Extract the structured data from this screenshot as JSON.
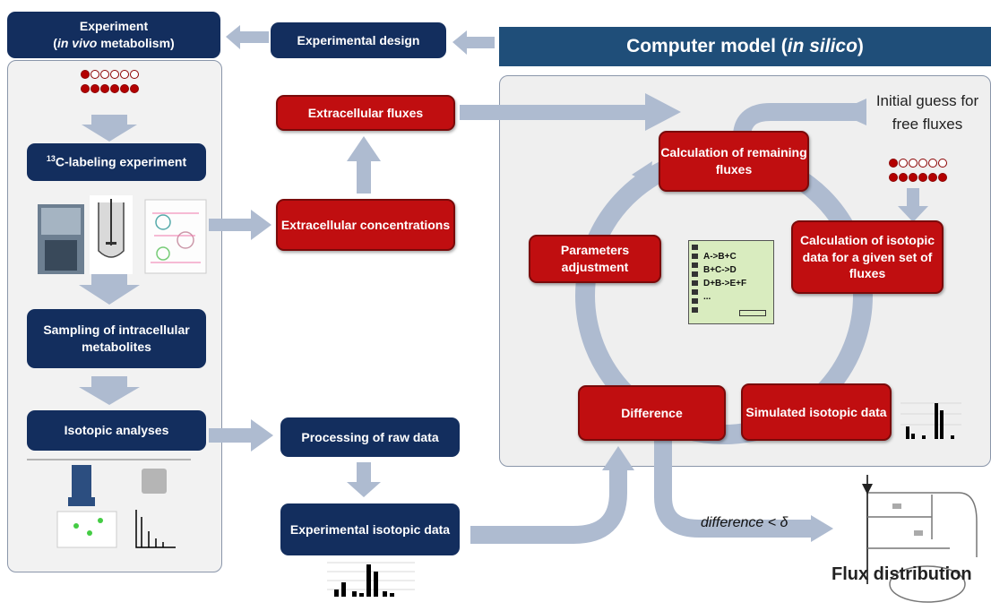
{
  "boxes": {
    "experiment_line1": "Experiment",
    "experiment_line2_italic": "in vivo",
    "experiment_line2_rest": " metabolism)",
    "experimental_design": "Experimental design",
    "computer_model": "Computer model (",
    "computer_model_italic": "in silico",
    "computer_model_end": ")",
    "extracellular_fluxes": "Extracellular fluxes",
    "extracellular_concentrations": "Extracellular concentrations",
    "labeling_sup": "13",
    "labeling_rest": "C-labeling experiment",
    "sampling": "Sampling of intracellular metabolites",
    "isotopic_analyses": "Isotopic analyses",
    "processing": "Processing of raw data",
    "experimental_isotopic": "Experimental isotopic data",
    "calc_remaining": "Calculation of remaining fluxes",
    "calc_isotopic": "Calculation of isotopic data for a given set of fluxes",
    "parameters": "Parameters adjustment",
    "difference": "Difference",
    "simulated": "Simulated isotopic data",
    "initial_guess": "Initial guess for free fluxes",
    "difference_condition": "difference < δ",
    "flux_distribution": "Flux distribution"
  },
  "reactions": [
    "A->B+C",
    "B+C->D",
    "D+B->E+F",
    "..."
  ]
}
